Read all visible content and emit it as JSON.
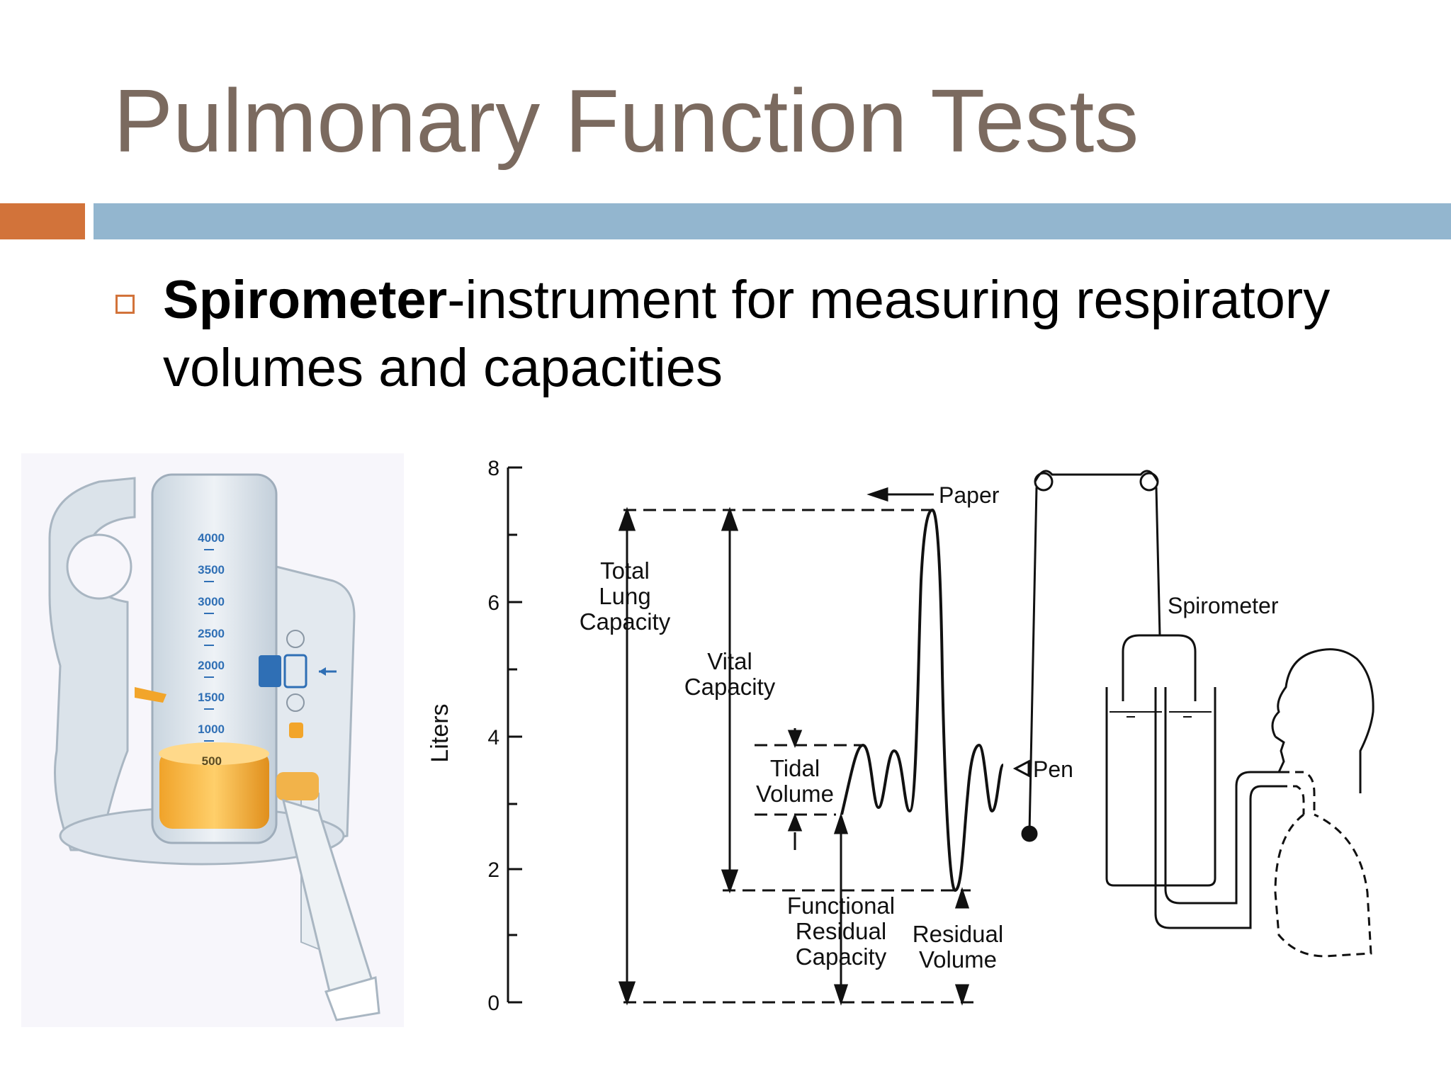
{
  "slide": {
    "title": "Pulmonary Function Tests",
    "bullet_term": "Spirometer",
    "bullet_rest": "-instrument for measuring respiratory volumes and capacities"
  },
  "colors": {
    "title": "#7b6a5f",
    "accent_bar": "#d2733a",
    "main_bar": "#93b6cf",
    "device_blue": "#2f6fb5",
    "device_orange": "#f2a52a"
  },
  "device": {
    "scale_marks": [
      "4000",
      "3500",
      "3000",
      "2500",
      "2000",
      "1500",
      "1000",
      "500"
    ]
  },
  "diagram": {
    "y_axis_label": "Liters",
    "y_ticks": [
      "0",
      "2",
      "4",
      "6",
      "8"
    ],
    "labels": {
      "total_lung_1": "Total",
      "total_lung_2": "Lung",
      "total_lung_3": "Capacity",
      "vital_1": "Vital",
      "vital_2": "Capacity",
      "tidal_1": "Tidal",
      "tidal_2": "Volume",
      "frc_1": "Functional",
      "frc_2": "Residual",
      "frc_3": "Capacity",
      "rv_1": "Residual",
      "rv_2": "Volume",
      "paper": "Paper",
      "pen": "Pen",
      "spirometer": "Spirometer"
    }
  }
}
